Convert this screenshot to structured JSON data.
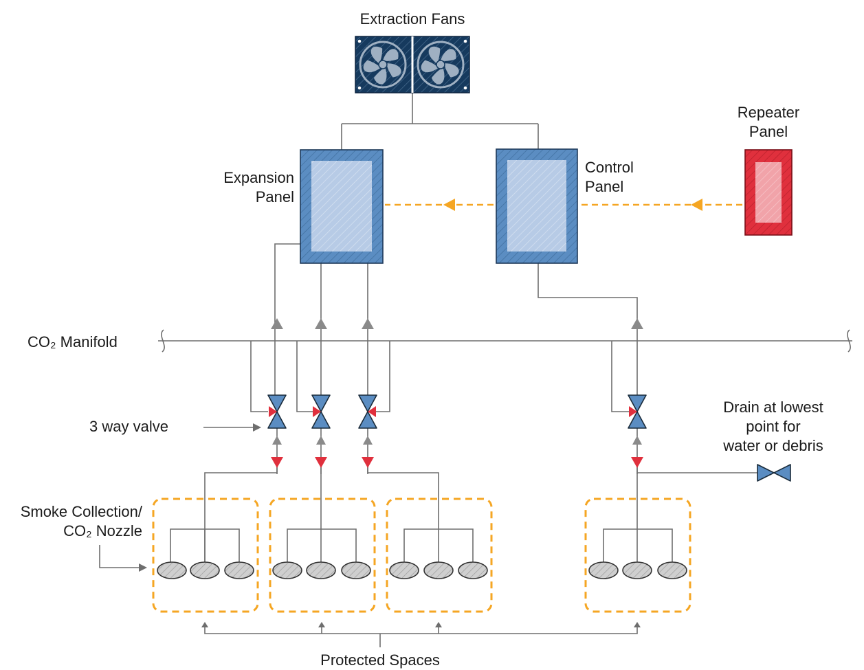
{
  "labels": {
    "extraction_fans": "Extraction Fans",
    "repeater_panel_line1": "Repeater",
    "repeater_panel_line2": "Panel",
    "expansion_panel_line1": "Expansion",
    "expansion_panel_line2": "Panel",
    "control_panel_line1": "Control",
    "control_panel_line2": "Panel",
    "co2_manifold": "CO₂ Manifold",
    "three_way_valve": "3 way valve",
    "drain_line1": "Drain at lowest",
    "drain_line2": "point for",
    "drain_line3": "water or debris",
    "smoke_line1": "Smoke Collection/",
    "smoke_line2": "CO₂ Nozzle",
    "protected_spaces": "Protected Spaces"
  },
  "icons": {
    "fan": "fan-icon",
    "valve": "three-way-valve-icon",
    "drain_valve": "drain-valve-icon",
    "nozzle": "nozzle-icon"
  },
  "colors": {
    "panel_blue": "#5b8dc2",
    "panel_inner": "#b7cbe6",
    "panel_border": "#1f3a5a",
    "fan_dark": "#163a5e",
    "repeater_red": "#e0303d",
    "signal_orange": "#f5a623",
    "valve_arrow_red": "#e0303d",
    "wire_grey": "#6e6e6e",
    "nozzle_grey": "#c9c9c9"
  }
}
